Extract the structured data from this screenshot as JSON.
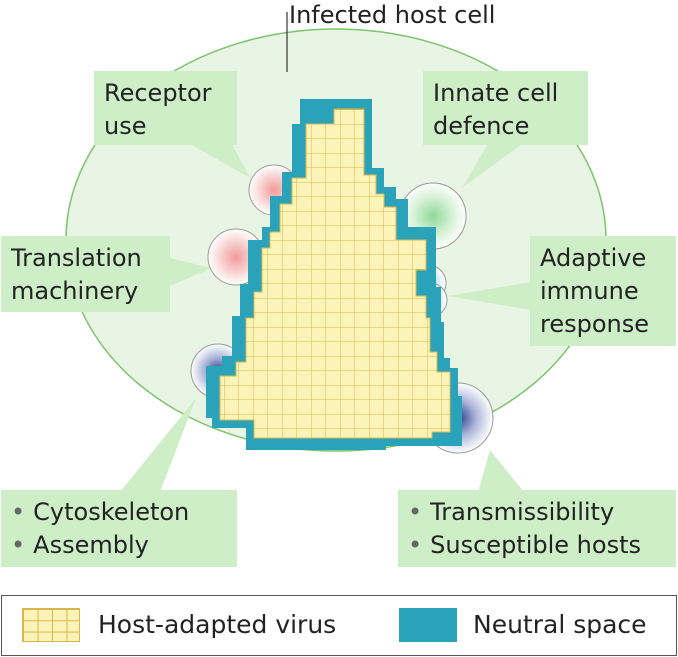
{
  "title": "Infected host cell",
  "labels": {
    "receptor": [
      "Receptor",
      "use"
    ],
    "innate": [
      "Innate cell",
      "defence"
    ],
    "translation": [
      "Translation",
      "machinery"
    ],
    "adaptive": [
      "Adaptive",
      "immune",
      "response"
    ],
    "cyto": [
      "Cytoskeleton",
      "Assembly"
    ],
    "trans": [
      "Transmissibility",
      "Susceptible hosts"
    ]
  },
  "legend": {
    "virus": "Host-adapted virus",
    "neutral": "Neutral space"
  },
  "colors": {
    "cell_fill": "#e9f5e4",
    "cell_stroke": "#7cc46c",
    "label_fill": "#cdeec6",
    "grid_fill": "#fbf3b8",
    "grid_line": "#d9b84a",
    "neutral": "#2aa2ba"
  }
}
